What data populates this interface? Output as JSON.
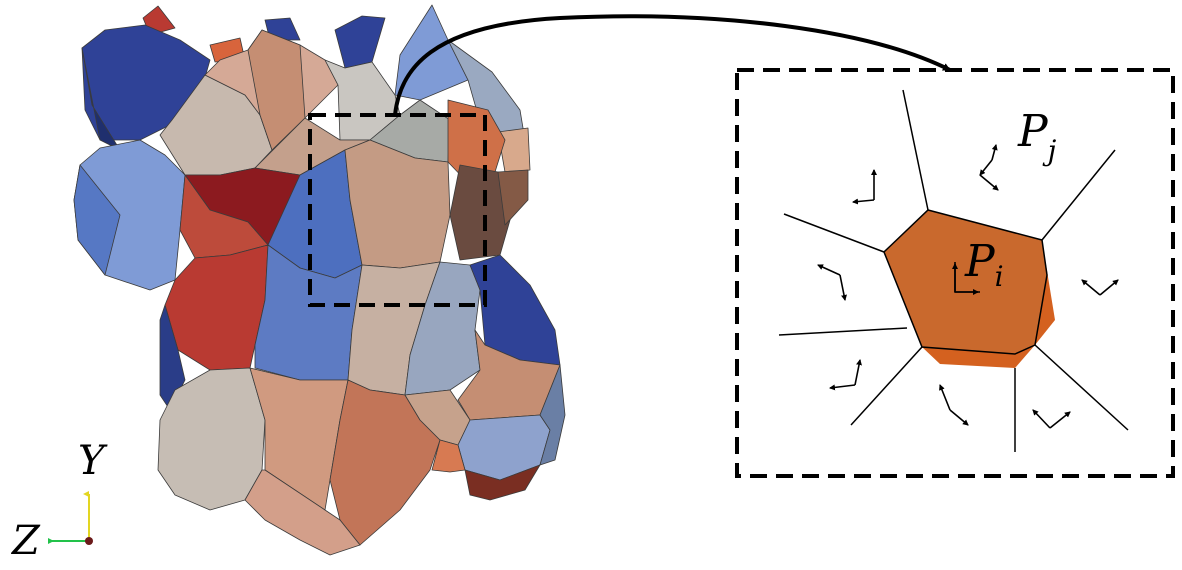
{
  "labels": {
    "axis_y": "Y",
    "axis_z": "Z",
    "grain_i": {
      "base": "P",
      "sub": "i"
    },
    "grain_j": {
      "base": "P",
      "sub": "j"
    }
  },
  "colors": {
    "highlight_grain": "#c9692d",
    "highlight_shadow": "#d4611f",
    "dash_box": "#000000",
    "axis_y": "#e3d622",
    "axis_z": "#22c24a",
    "axis_origin": "#6b1a1a",
    "palette": {
      "blue_dark": "#2f4297",
      "blue": "#4d6fbf",
      "blue_light": "#7f9bd6",
      "slate": "#9aa9c1",
      "grey": "#c6c1bb",
      "beige": "#c7a894",
      "salmon": "#c58e73",
      "orange": "#c26f4e",
      "red": "#b93a32",
      "darkred": "#8c1a1f",
      "brown": "#6a4b40"
    }
  }
}
